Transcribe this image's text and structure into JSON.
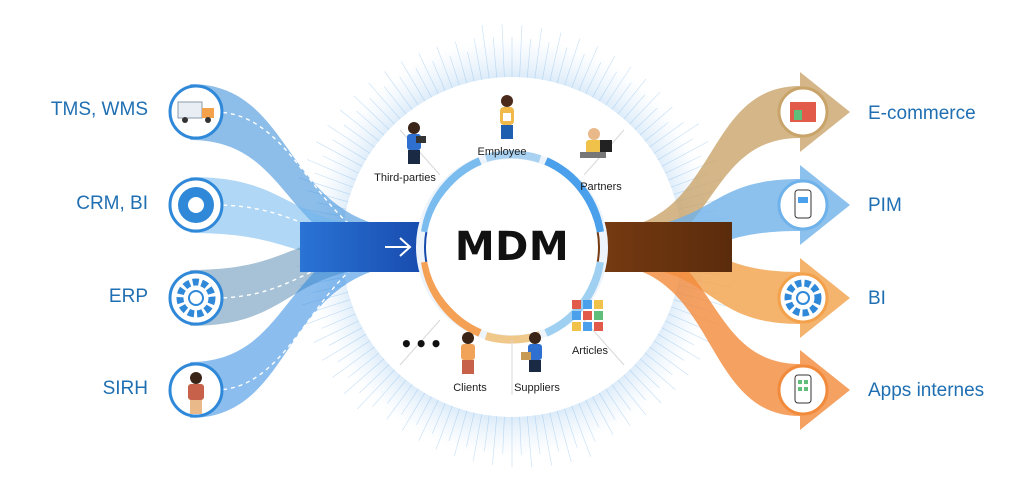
{
  "center": {
    "title": "MDM"
  },
  "sources": [
    {
      "label": "TMS, WMS",
      "icon": "truck-icon",
      "color": "#2f88d8"
    },
    {
      "label": "CRM, BI",
      "icon": "crm-network-icon",
      "color": "#6fb6ee"
    },
    {
      "label": "ERP",
      "icon": "gear-icon",
      "color": "#5f8fb4"
    },
    {
      "label": "SIRH",
      "icon": "person-icon",
      "color": "#2b86e0"
    }
  ],
  "targets": [
    {
      "label": "E-commerce",
      "icon": "shop-icon",
      "color": "#c9a46a"
    },
    {
      "label": "PIM",
      "icon": "phone-icon",
      "color": "#6fb2ea"
    },
    {
      "label": "BI",
      "icon": "gear-icon",
      "color": "#f3a14a"
    },
    {
      "label": "Apps internes",
      "icon": "mobile-app-icon",
      "color": "#f28a3b"
    }
  ],
  "segments_top": [
    "Third-parties",
    "Employee",
    "Partners"
  ],
  "segments_bottom": [
    "Clients",
    "Suppliers",
    "Articles"
  ],
  "ellipsis": "•••"
}
